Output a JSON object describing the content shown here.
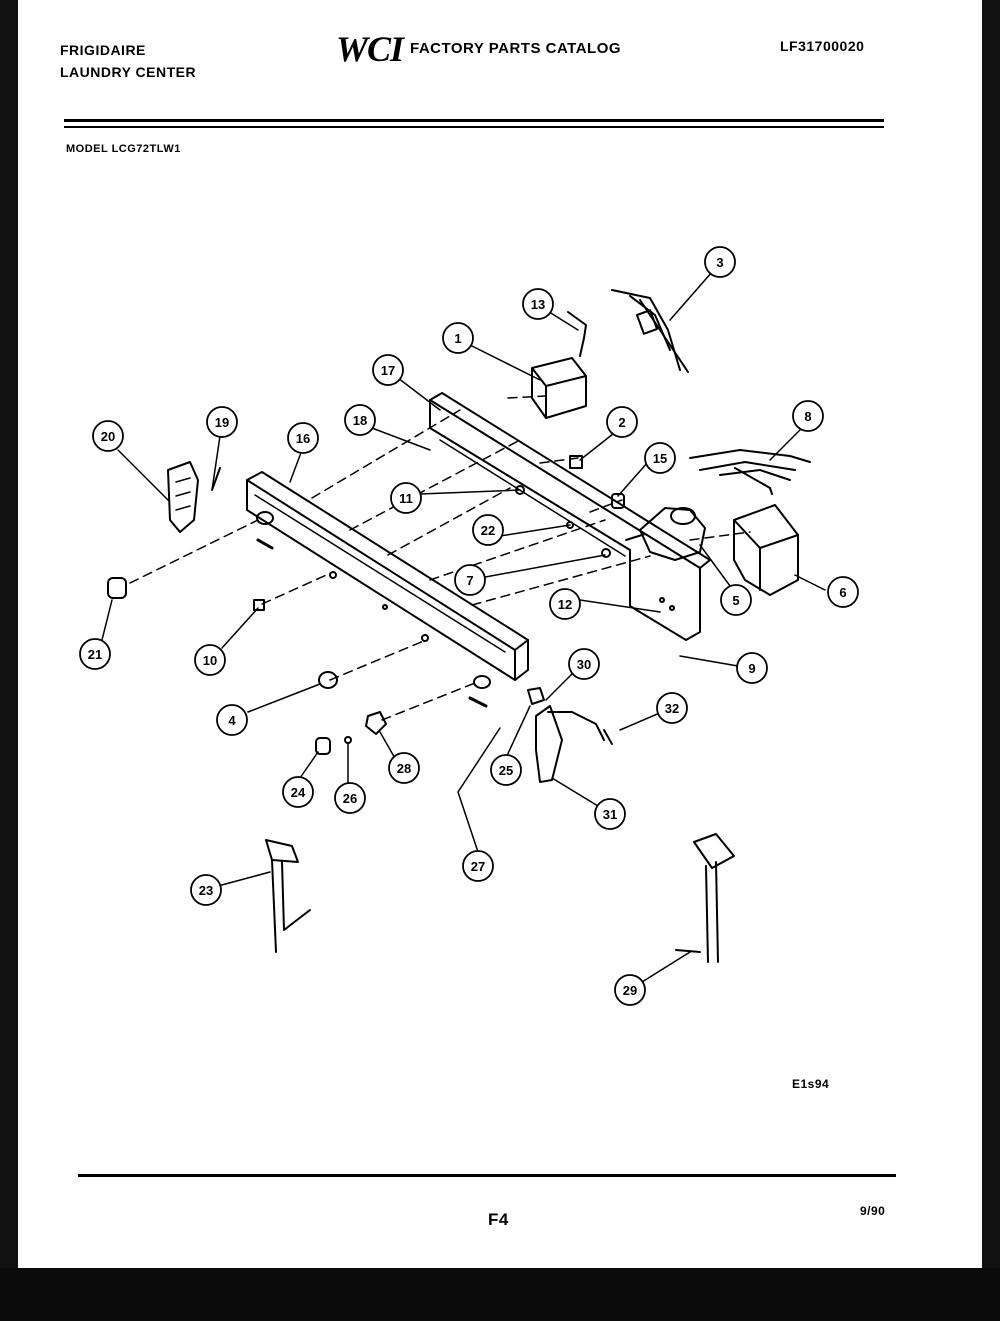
{
  "header": {
    "brand_line1": "FRIGIDAIRE",
    "brand_line2": "LAUNDRY CENTER",
    "logo": "WCI",
    "catalog_title": "FACTORY PARTS CATALOG",
    "catalog_number": "LF31700020",
    "model_line": "MODEL LCG72TLW1"
  },
  "diagram": {
    "callouts": [
      "1",
      "2",
      "3",
      "4",
      "5",
      "6",
      "7",
      "8",
      "9",
      "10",
      "11",
      "12",
      "13",
      "15",
      "16",
      "17",
      "18",
      "19",
      "20",
      "21",
      "22",
      "23",
      "24",
      "25",
      "26",
      "27",
      "28",
      "29",
      "30",
      "31",
      "32"
    ]
  },
  "footer": {
    "figure_code": "E1s94",
    "page": "F4",
    "date_code": "9/90"
  }
}
